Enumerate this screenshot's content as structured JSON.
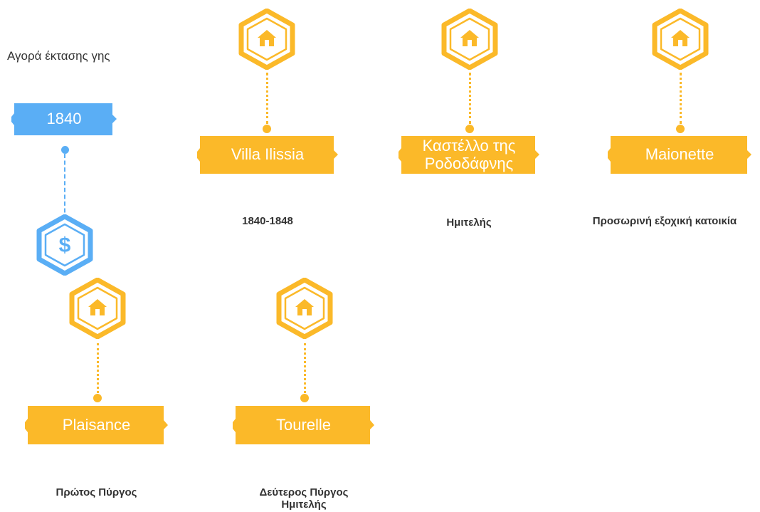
{
  "intro_text": "Αγορά έκτασης γης",
  "start": {
    "year": "1840",
    "icon": "dollar-icon",
    "color": "#5aaef5"
  },
  "accent_color": "#fbb929",
  "nodes": [
    {
      "label": "Villa Ilissia",
      "caption": "1840-1848",
      "icon": "house-icon"
    },
    {
      "label": "Καστέλλο της Ροδοδάφνης",
      "caption": "Ημιτελής",
      "icon": "house-icon"
    },
    {
      "label": "Maionette",
      "caption": "Προσωρινή εξοχική κατοικία",
      "icon": "house-icon"
    },
    {
      "label": "Plaisance",
      "caption": "Πρώτος Πύργος",
      "icon": "house-icon"
    },
    {
      "label": "Tourelle",
      "caption": "Δεύτερος Πύργος Ημιτελής",
      "icon": "house-icon"
    }
  ]
}
